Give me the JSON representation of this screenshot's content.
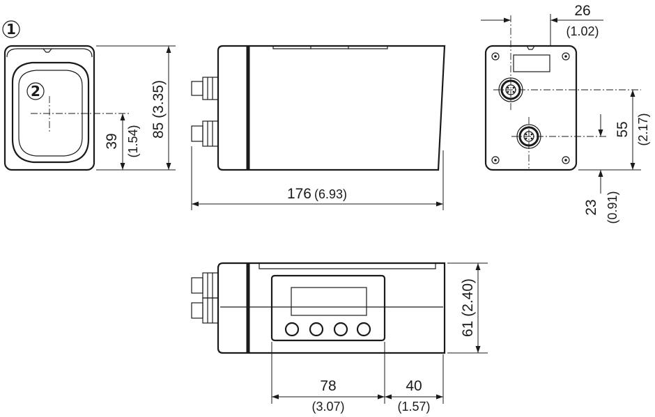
{
  "callouts": {
    "one": "1",
    "two": "2"
  },
  "dimensions": {
    "overall_length": {
      "mm": "176",
      "inch": "(6.93)"
    },
    "height": {
      "mm": "85",
      "inch": "(3.35)"
    },
    "lens_center": {
      "mm": "39",
      "inch": "(1.54)"
    },
    "width": {
      "mm": "61",
      "inch": "(2.40)"
    },
    "display_offset": {
      "mm": "78",
      "inch": "(3.07)"
    },
    "display_end": {
      "mm": "40",
      "inch": "(1.57)"
    },
    "connector_x": {
      "mm": "26",
      "inch": "(1.02)"
    },
    "connector_spacing": {
      "mm": "55",
      "inch": "(2.17)"
    },
    "connector_bottom": {
      "mm": "23",
      "inch": "(0.91)"
    }
  }
}
